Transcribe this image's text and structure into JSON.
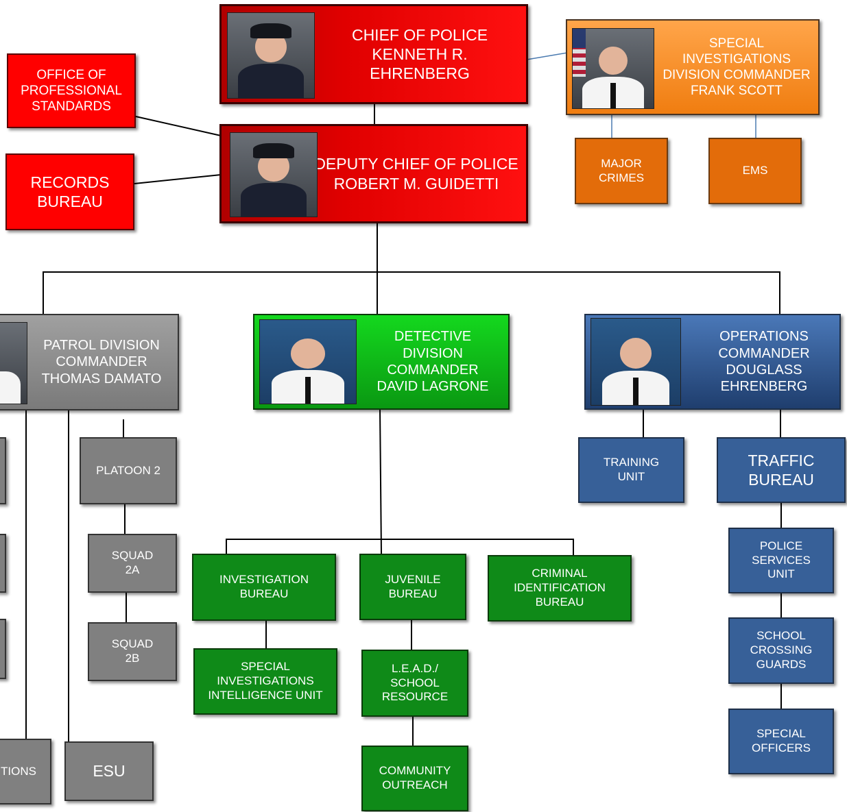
{
  "chief": {
    "label": "CHIEF OF POLICE\nKENNETH R. EHRENBERG"
  },
  "special_investigations": {
    "label": "SPECIAL\nINVESTIGATIONS\nDIVISION COMMANDER\nFRANK SCOTT"
  },
  "major_crimes": {
    "label": "MAJOR\nCRIMES"
  },
  "ems": {
    "label": "EMS"
  },
  "professional_standards": {
    "label": "OFFICE OF\nPROFESSIONAL\nSTANDARDS"
  },
  "records_bureau": {
    "label": "RECORDS\nBUREAU"
  },
  "deputy_chief": {
    "label": "DEPUTY CHIEF OF POLICE\nROBERT M. GUIDETTI"
  },
  "patrol": {
    "label": "PATROL DIVISION\nCOMMANDER\nTHOMAS DAMATO"
  },
  "detective": {
    "label": "DETECTIVE\nDIVISION\nCOMMANDER\nDAVID LAGRONE"
  },
  "operations": {
    "label": "OPERATIONS\nCOMMANDER\nDOUGLASS\nEHRENBERG"
  },
  "platoon2": {
    "label": "PLATOON 2"
  },
  "squad2a": {
    "label": "SQUAD\n2A"
  },
  "squad2b": {
    "label": "SQUAD\n2B"
  },
  "communications": {
    "label": "TIONS\n"
  },
  "esu": {
    "label": "ESU"
  },
  "investigation_bureau": {
    "label": "INVESTIGATION\nBUREAU"
  },
  "juvenile_bureau": {
    "label": "JUVENILE\nBUREAU"
  },
  "criminal_id": {
    "label": "CRIMINAL\nIDENTIFICATION\nBUREAU"
  },
  "siiu": {
    "label": "SPECIAL\nINVESTIGATIONS\nINTELLIGENCE UNIT"
  },
  "lead": {
    "label": "L.E.A.D./\nSCHOOL\nRESOURCE"
  },
  "outreach": {
    "label": "COMMUNITY\nOUTREACH"
  },
  "training": {
    "label": "TRAINING\nUNIT"
  },
  "traffic": {
    "label": "TRAFFIC\nBUREAU"
  },
  "police_services": {
    "label": "POLICE\nSERVICES\nUNIT"
  },
  "crossing_guards": {
    "label": "SCHOOL\nCROSSING\nGUARDS"
  },
  "special_officers": {
    "label": "SPECIAL\nOFFICERS"
  },
  "colors": {
    "red": "#ff0000",
    "orange": "#e36c0a",
    "gray": "#808080",
    "green": "#0f8a18",
    "blue": "#376098"
  }
}
